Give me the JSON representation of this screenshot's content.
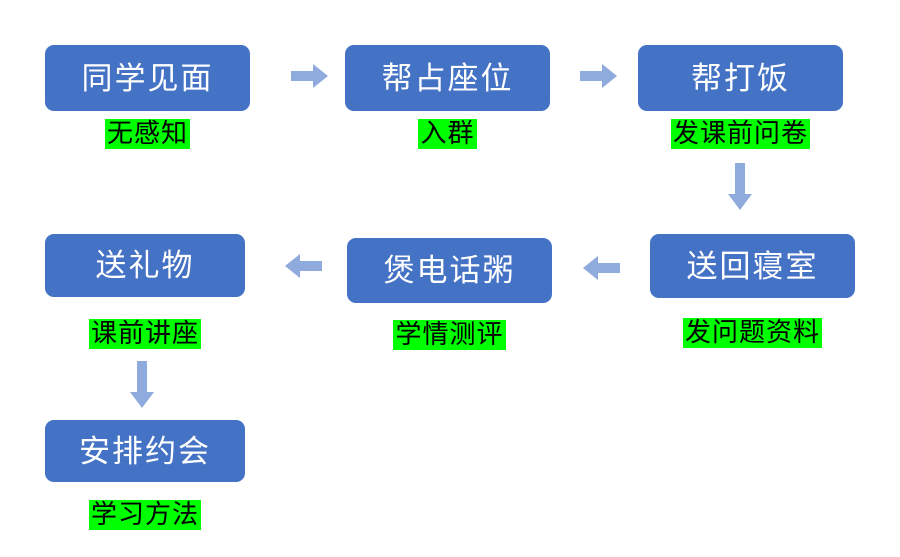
{
  "diagram": {
    "title": "",
    "colors": {
      "node_fill": "#4472C4",
      "node_text": "#FFFFFF",
      "caption_highlight": "#00FF00",
      "caption_text": "#000000",
      "arrow": "#8FAADC",
      "background": "#FFFFFF"
    },
    "nodes": [
      {
        "id": "n1",
        "label": "同学见面",
        "caption": "无感知",
        "row": 1,
        "col": 1
      },
      {
        "id": "n2",
        "label": "帮占座位",
        "caption": "入群",
        "row": 1,
        "col": 2
      },
      {
        "id": "n3",
        "label": "帮打饭",
        "caption": "发课前问卷",
        "row": 1,
        "col": 3
      },
      {
        "id": "n4",
        "label": "送回寝室",
        "caption": "发问题资料",
        "row": 2,
        "col": 3
      },
      {
        "id": "n5",
        "label": "煲电话粥",
        "caption": "学情测评",
        "row": 2,
        "col": 2
      },
      {
        "id": "n6",
        "label": "送礼物",
        "caption": "课前讲座",
        "row": 2,
        "col": 1
      },
      {
        "id": "n7",
        "label": "安排约会",
        "caption": "学习方法",
        "row": 3,
        "col": 1
      }
    ],
    "arrows": [
      {
        "id": "a1",
        "from": "n1",
        "to": "n2",
        "direction": "right"
      },
      {
        "id": "a2",
        "from": "n2",
        "to": "n3",
        "direction": "right"
      },
      {
        "id": "a3",
        "from": "n3",
        "to": "n4",
        "direction": "down"
      },
      {
        "id": "a4",
        "from": "n4",
        "to": "n5",
        "direction": "left"
      },
      {
        "id": "a5",
        "from": "n5",
        "to": "n6",
        "direction": "left"
      },
      {
        "id": "a6",
        "from": "n6",
        "to": "n7",
        "direction": "down"
      }
    ]
  }
}
